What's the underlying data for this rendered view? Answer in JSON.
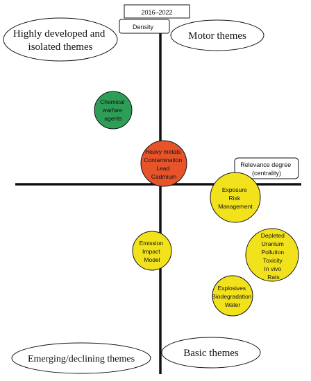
{
  "period_label": "2016–2022",
  "y_axis_label": "Density",
  "x_axis_label": [
    "Relevance degree",
    "(centrality)"
  ],
  "quadrants": {
    "top_left": [
      "Highly developed and",
      "isolated themes"
    ],
    "top_right": [
      "Motor themes"
    ],
    "bottom_left": [
      "Emerging/declining themes"
    ],
    "bottom_right": [
      "Basic themes"
    ]
  },
  "clusters": [
    {
      "id": "chemical-warfare",
      "color": "#2e9e57",
      "terms": [
        "Chemical",
        "warfare",
        "agents"
      ]
    },
    {
      "id": "heavy-metals",
      "color": "#e8542a",
      "terms": [
        "Heavy metals",
        "Contamination",
        "Lead",
        "Cadmium"
      ]
    },
    {
      "id": "exposure",
      "color": "#f2e21c",
      "terms": [
        "Exposure",
        "Risk",
        "Management"
      ]
    },
    {
      "id": "emission",
      "color": "#f2e21c",
      "terms": [
        "Emission",
        "Impact",
        "Model"
      ]
    },
    {
      "id": "depleted-uranium",
      "color": "#f2e21c",
      "terms": [
        "Depleted",
        "Uranium",
        "Pollution",
        "Toxicity",
        "In vivo",
        "Rats"
      ]
    },
    {
      "id": "explosives",
      "color": "#f2e21c",
      "terms": [
        "Explosives",
        "Biodegradation",
        "Water"
      ]
    }
  ]
}
